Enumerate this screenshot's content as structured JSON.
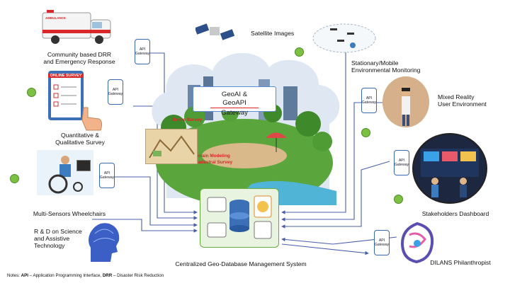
{
  "labels": {
    "satellite": "Satellite Images",
    "community_drr": "Community based DRR\nand Emergency Response",
    "survey": "Quantitative &\nQualitative Survey",
    "wheelchairs": "Multi-Sensors Wheelchairs",
    "rnd": "R & D on Science\nand Assistive\nTechnology",
    "central_db": "Centralized Geo-Database Management System",
    "env_monitoring": "Stationary/Mobile\nEnvironmental  Monitoring",
    "mixed_reality": "Mixed Reality\nUser Environment",
    "stakeholders": "Stakeholders Dashboard",
    "philanthropist": "DILANS Philanthropist"
  },
  "geoai_box": {
    "line1": "GeoAI & GeoAPI",
    "line2": "Gateway"
  },
  "api_gateway": "API Gateway",
  "ambulance_text": "AMBULANCE",
  "online_survey": "ONLINE SURVEY",
  "scene_labels": {
    "drone": "Drone Survey",
    "terrain": "Terrain Modeling",
    "cadastral": "Cadastral Survey"
  },
  "note": {
    "prefix": "Notes: ",
    "api_abbr": "API",
    "api_text": " – Application Programming Interface, ",
    "drr_abbr": "DRR",
    "drr_text": " – Disaster Risk Reduction"
  },
  "colors": {
    "arrow": "#4a5fa8",
    "gateway_border": "#3a67b0",
    "dot": "#7dc143",
    "cloud": "#dfe7f2",
    "park_grass": "#5aa63c"
  }
}
